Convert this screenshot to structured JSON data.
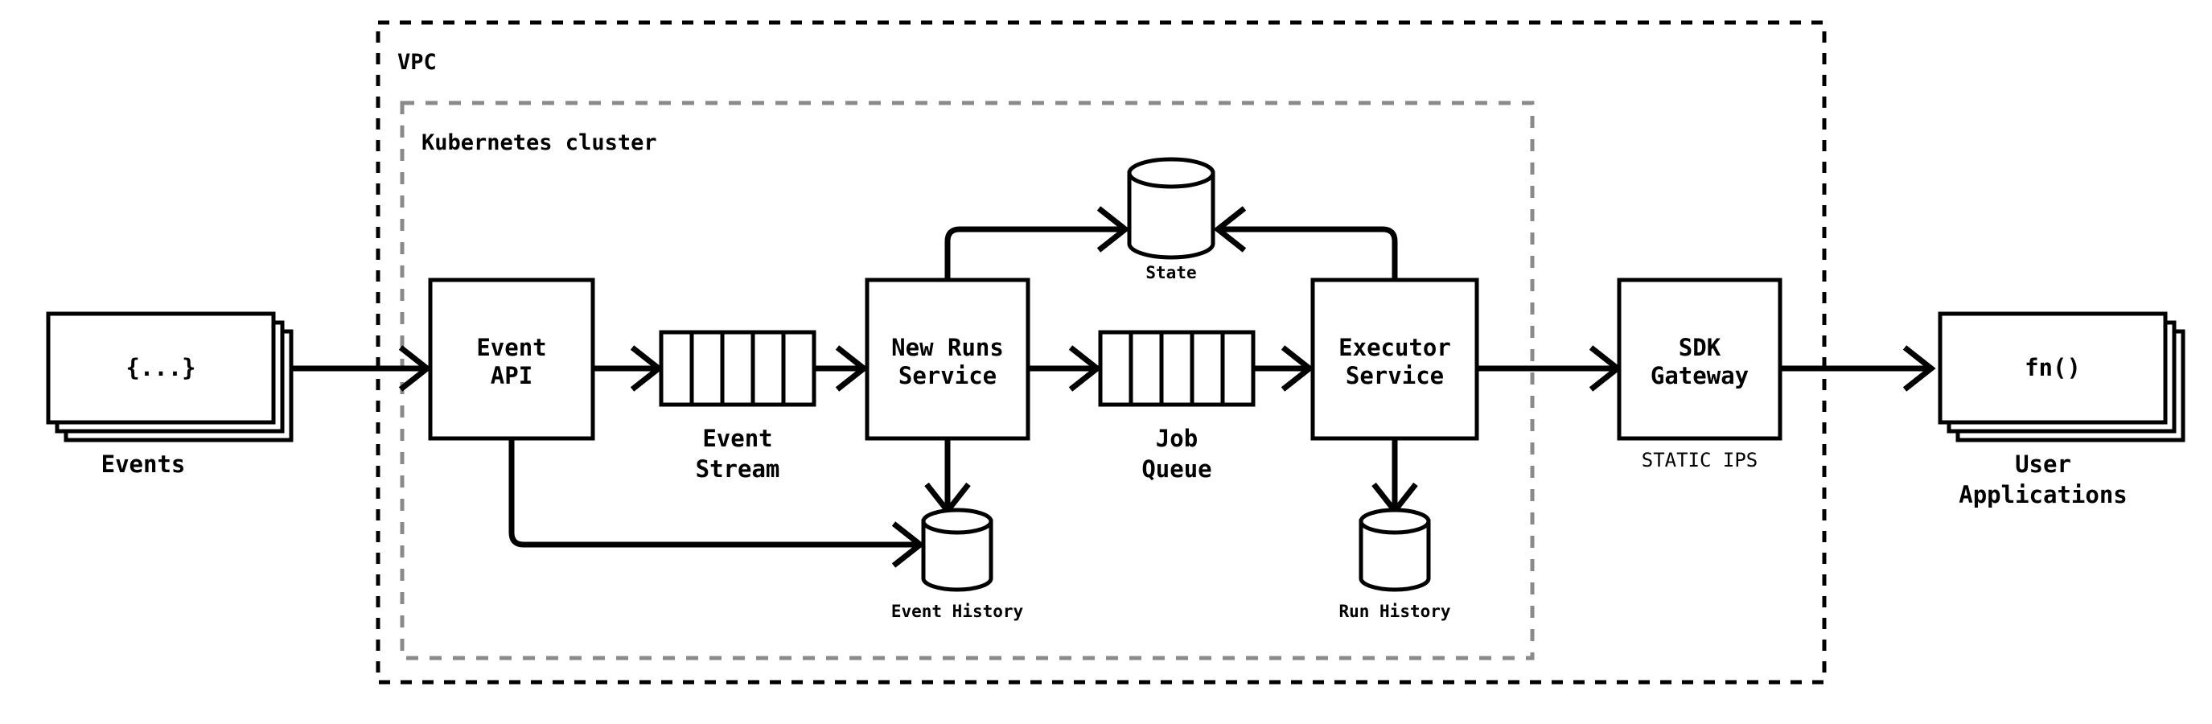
{
  "diagram": {
    "title": "Event-driven durable execution architecture",
    "zones": [
      {
        "id": "vpc",
        "label": "VPC",
        "border": "dashed",
        "color": "#000000"
      },
      {
        "id": "k8s",
        "label": "Kubernetes cluster",
        "border": "dashed",
        "color": "#8a8a8a"
      }
    ],
    "nodes": [
      {
        "id": "events",
        "kind": "stack",
        "inner_label": "{...}",
        "caption": "Events"
      },
      {
        "id": "event-api",
        "kind": "box",
        "label": "Event\nAPI"
      },
      {
        "id": "event-stream",
        "kind": "queue",
        "cells": 5,
        "caption": "Event\nStream"
      },
      {
        "id": "new-runs",
        "kind": "box",
        "label": "New Runs\nService"
      },
      {
        "id": "job-queue",
        "kind": "queue",
        "cells": 5,
        "caption": "Job\nQueue"
      },
      {
        "id": "executor",
        "kind": "box",
        "label": "Executor\nService"
      },
      {
        "id": "state",
        "kind": "cylinder",
        "caption": "State"
      },
      {
        "id": "event-history",
        "kind": "cylinder",
        "caption": "Event History"
      },
      {
        "id": "run-history",
        "kind": "cylinder",
        "caption": "Run History"
      },
      {
        "id": "sdk-gateway",
        "kind": "box",
        "label": "SDK\nGateway",
        "sublabel": "STATIC IPS"
      },
      {
        "id": "user-apps",
        "kind": "stack",
        "inner_label": "fn()",
        "caption": "User\nApplications"
      }
    ],
    "edges": [
      {
        "from": "events",
        "to": "event-api",
        "style": "arrow"
      },
      {
        "from": "event-api",
        "to": "event-stream",
        "style": "arrow"
      },
      {
        "from": "event-api",
        "to": "event-history",
        "style": "arrow"
      },
      {
        "from": "event-stream",
        "to": "new-runs",
        "style": "arrow"
      },
      {
        "from": "new-runs",
        "to": "state",
        "style": "arrow"
      },
      {
        "from": "new-runs",
        "to": "job-queue",
        "style": "arrow"
      },
      {
        "from": "new-runs",
        "to": "event-history",
        "style": "arrow"
      },
      {
        "from": "job-queue",
        "to": "executor",
        "style": "arrow"
      },
      {
        "from": "executor",
        "to": "state",
        "style": "arrow"
      },
      {
        "from": "executor",
        "to": "run-history",
        "style": "arrow"
      },
      {
        "from": "executor",
        "to": "sdk-gateway",
        "style": "arrow"
      },
      {
        "from": "sdk-gateway",
        "to": "user-apps",
        "style": "arrow"
      }
    ],
    "labels": {
      "vpc": "VPC",
      "k8s": "Kubernetes cluster",
      "events_inner": "{...}",
      "events_caption": "Events",
      "event_api_l1": "Event",
      "event_api_l2": "API",
      "event_stream_l1": "Event",
      "event_stream_l2": "Stream",
      "new_runs_l1": "New Runs",
      "new_runs_l2": "Service",
      "job_queue_l1": "Job",
      "job_queue_l2": "Queue",
      "executor_l1": "Executor",
      "executor_l2": "Service",
      "state_caption": "State",
      "event_history_caption": "Event History",
      "run_history_caption": "Run History",
      "sdk_gateway_l1": "SDK",
      "sdk_gateway_l2": "Gateway",
      "static_ips": "STATIC IPS",
      "user_apps_inner": "fn()",
      "user_apps_l1": "User",
      "user_apps_l2": "Applications"
    },
    "colors": {
      "stroke": "#000000",
      "fill": "#ffffff",
      "k8s_border": "#8a8a8a",
      "background": "#ffffff"
    }
  }
}
